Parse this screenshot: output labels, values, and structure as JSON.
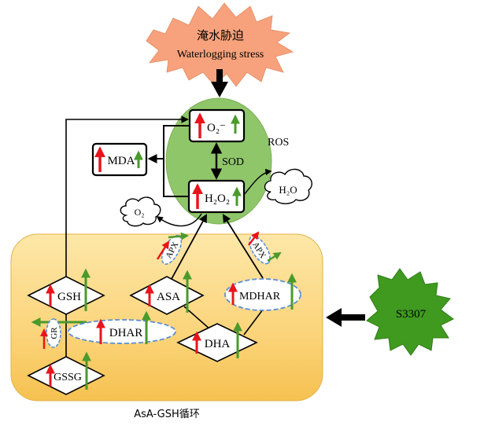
{
  "stress": {
    "title_zh": "淹水胁迫",
    "title_en": "Waterlogging stress"
  },
  "ros": {
    "label": "ROS",
    "superoxide": "O₂⁻",
    "hydrogen_peroxide": "H₂O₂",
    "enzyme": "SOD"
  },
  "mda": {
    "label": "MDA"
  },
  "water_cloud": {
    "label": "H₂O"
  },
  "oxygen_cloud": {
    "label": "O₂"
  },
  "apx": {
    "left": "APX",
    "right": "APX"
  },
  "cycle": {
    "gsh": "GSH",
    "asa": "ASA",
    "mdhar": "MDHAR",
    "dhar": "DHAR",
    "gr": "GR",
    "dha": "DHA",
    "gssg": "GSSG",
    "caption": "AsA-GSH循环"
  },
  "regulator": {
    "label": "S3307"
  },
  "colors": {
    "red_arrow": "#e8141c",
    "green_arrow": "#4a9a2c",
    "ros_ellipse": "#8fc66a",
    "cycle_box": "#fbd47a",
    "stress_burst": "#f7a27c",
    "s3307_burst": "#3f9a1f",
    "dashed_border": "#5b8fd6"
  }
}
